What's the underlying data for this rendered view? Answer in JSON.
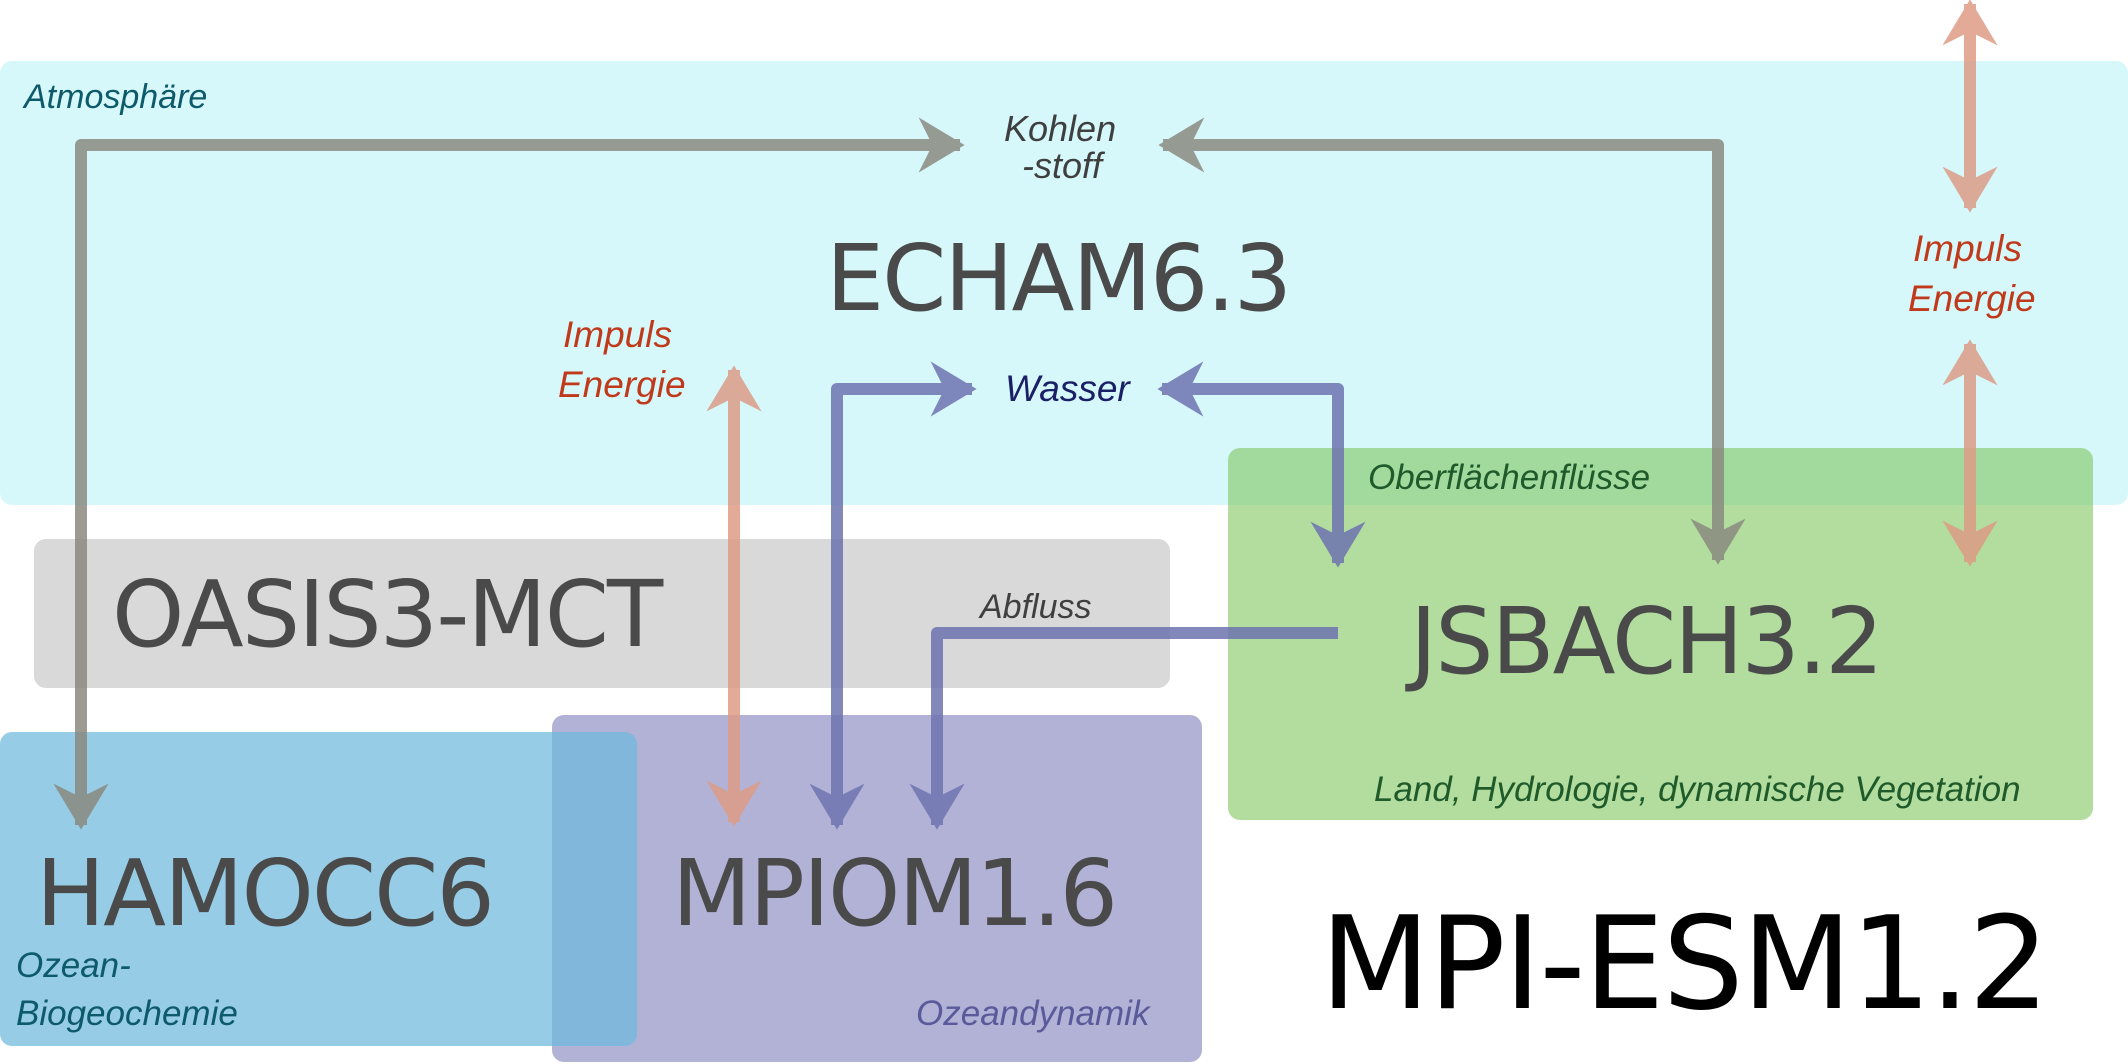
{
  "title": "MPI-ESM1.2",
  "components": {
    "atmosphere": {
      "name": "ECHAM6.3",
      "domain": "Atmosphäre"
    },
    "coupler": {
      "name": "OASIS3-MCT"
    },
    "land": {
      "name": "JSBACH3.2",
      "domain": "Land, Hydrologie, dynamische Vegetation",
      "interface": "Oberflächenflüsse"
    },
    "ocean": {
      "name": "MPIOM1.6",
      "domain": "Ozeandynamik"
    },
    "biogeochem": {
      "name": "HAMOCC6",
      "domain_line1": "Ozean-",
      "domain_line2": "Biogeochemie"
    }
  },
  "flows": {
    "carbon_line1": "Kohlen",
    "carbon_line2": "-stoff",
    "water": "Wasser",
    "momentum_left_1": "Impuls",
    "momentum_left_2": "Energie",
    "momentum_right_1": "Impuls",
    "momentum_right_2": "Energie",
    "runoff": "Abfluss"
  },
  "colors": {
    "carbon": "#8a8a80",
    "water": "#6e74b0",
    "energy": "#dd9c86",
    "energy_text": "#c0391a",
    "water_text": "#1a1f66"
  }
}
